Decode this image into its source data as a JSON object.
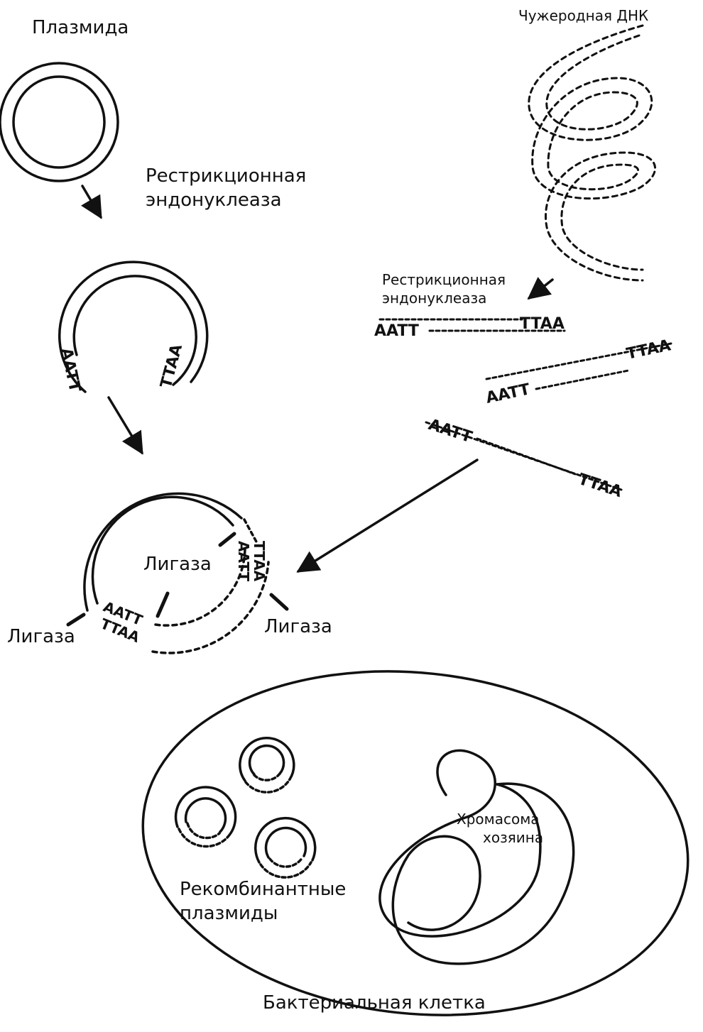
{
  "labels": {
    "plasmid": "Плазмида",
    "restriction_1": "Рестрикционная",
    "restriction_2": "эндонуклеаза",
    "foreign_dna": "Чужеродная ДНК",
    "restriction_small_1": "Рестрикционная",
    "restriction_small_2": "эндонуклеаза",
    "ligase_inner": "Лигаза",
    "ligase_left": "Лигаза",
    "ligase_right": "Лигаза",
    "chromosome_1": "Хромасома",
    "chromosome_2": "хозяина",
    "recombinant_1": "Рекомбинантные",
    "recombinant_2": "плазмиды",
    "bacterial_cell": "Бактериальная клетка"
  },
  "sequences": {
    "aatt": "AATT",
    "ttaa": "TTAA"
  },
  "colors": {
    "ink": "#111111",
    "background": "#ffffff"
  }
}
